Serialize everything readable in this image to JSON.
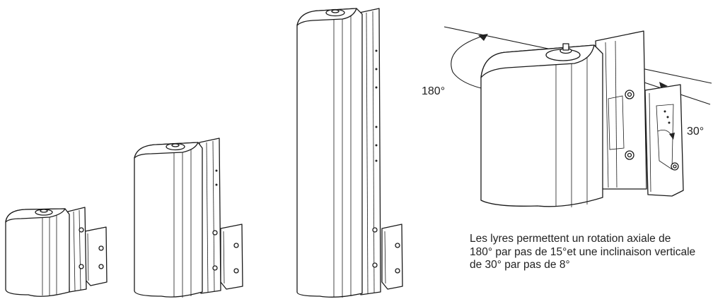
{
  "figure": {
    "rotation_label": "180°",
    "tilt_label": "30°",
    "caption": "Les lyres permettent un rotation axiale de 180° par pas de 15°et une inclinaison verticale de 30° par pas de 8°"
  },
  "speakers": [
    {
      "name": "small-column-speaker"
    },
    {
      "name": "medium-column-speaker"
    },
    {
      "name": "tall-column-speaker"
    },
    {
      "name": "detail-speaker-with-lyre-bracket"
    }
  ]
}
